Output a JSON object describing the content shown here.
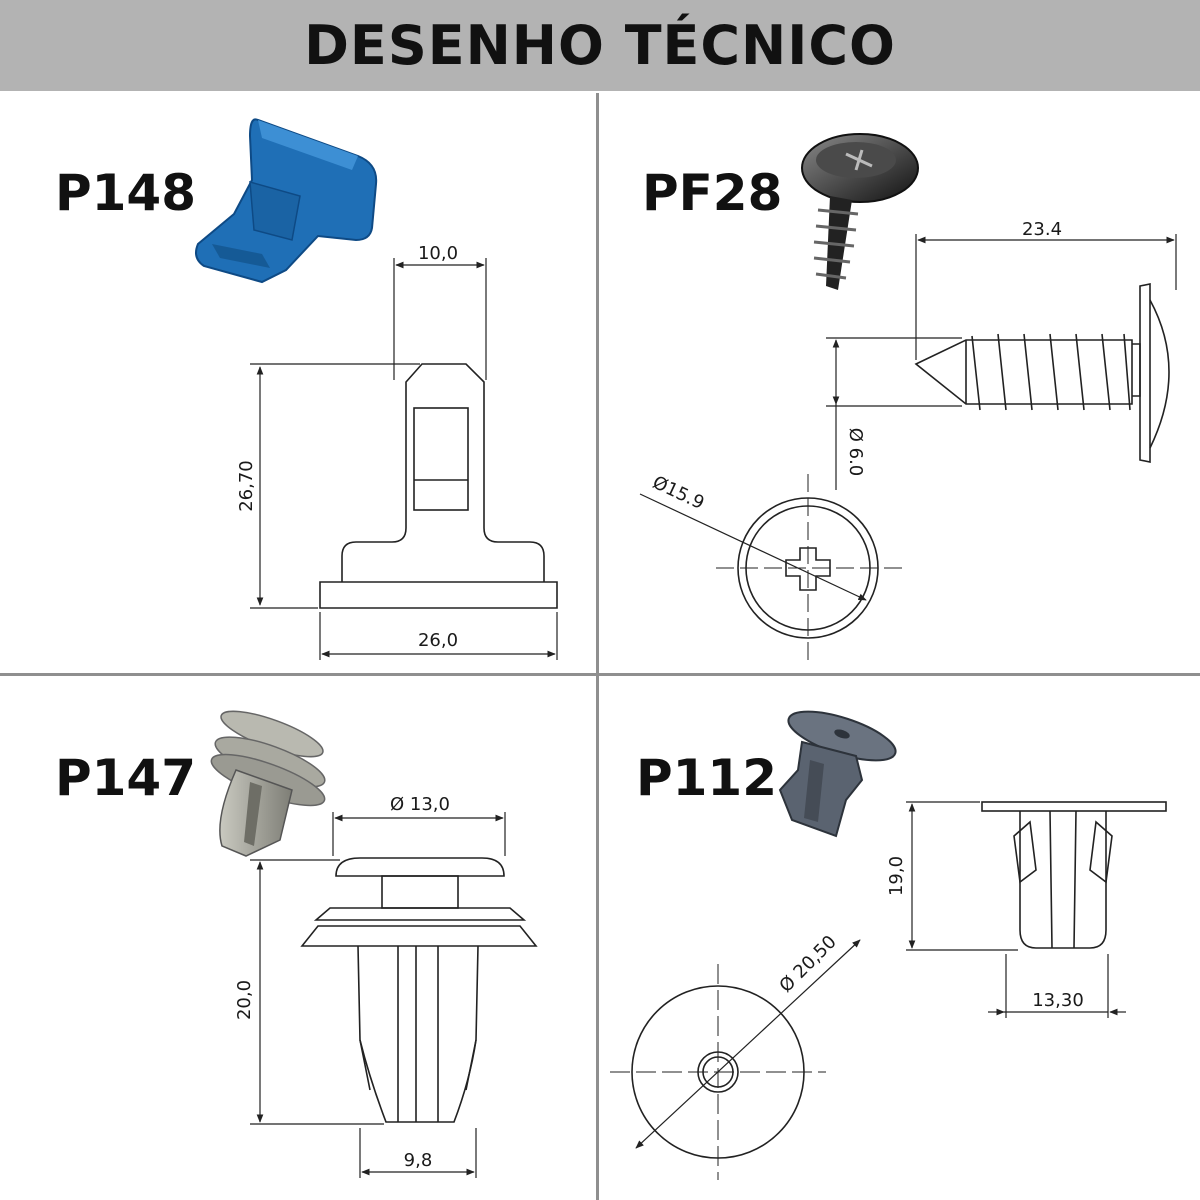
{
  "header": {
    "title": "DESENHO TÉCNICO"
  },
  "parts": {
    "p148": {
      "code": "P148",
      "dims": {
        "top_width": "10,0",
        "height": "26,70",
        "base_width": "26,0"
      }
    },
    "pf28": {
      "code": "PF28",
      "dims": {
        "length": "23.4",
        "shank_dia": "Ø 6.0",
        "head_dia": "Ø15.9"
      }
    },
    "p147": {
      "code": "P147",
      "dims": {
        "head_dia": "Ø 13,0",
        "height": "20,0",
        "tip_width": "9,8"
      }
    },
    "p112": {
      "code": "P112",
      "dims": {
        "height": "19,0",
        "base_width": "13,30",
        "disc_dia": "Ø 20,50"
      }
    }
  },
  "colors": {
    "header_bg": "#b3b3b3",
    "p148_part": "#1f6fb6",
    "p112_part": "#5a6370",
    "divider": "#8f8f8f"
  }
}
